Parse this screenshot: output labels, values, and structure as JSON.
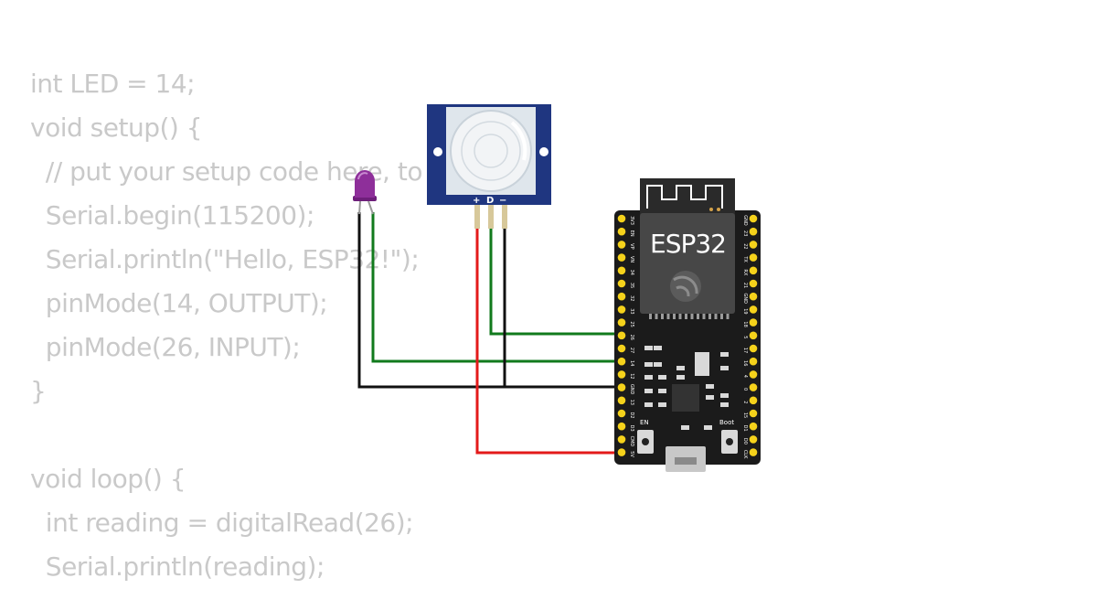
{
  "code_lines": [
    "int LED = 14;",
    "void setup() {",
    "  // put your setup code here, to run once:",
    "  Serial.begin(115200);",
    "  Serial.println(\"Hello, ESP32!\");",
    "  pinMode(14, OUTPUT);",
    "  pinMode(26, INPUT);",
    "}",
    "",
    "void loop() {",
    "  int reading = digitalRead(26);",
    "  Serial.println(reading);"
  ],
  "board": {
    "label": "ESP32",
    "en_label": "EN",
    "boot_label": "Boot",
    "left_pins": [
      "3V3",
      "EN",
      "VP",
      "VN",
      "34",
      "35",
      "32",
      "33",
      "25",
      "26",
      "27",
      "14",
      "12",
      "GND",
      "13",
      "D2",
      "D3",
      "CMD",
      "5V"
    ],
    "right_pins": [
      "GND",
      "23",
      "22",
      "TX",
      "RX",
      "21",
      "GND",
      "19",
      "18",
      "5",
      "17",
      "16",
      "4",
      "0",
      "2",
      "15",
      "D1",
      "D0",
      "CLK"
    ]
  },
  "pir_sensor": {
    "pin_labels": [
      "+",
      "D",
      "−"
    ]
  },
  "colors": {
    "code_text": "#c9c9c9",
    "pir_body": "#1f3680",
    "board_body": "#1b1b1b",
    "header_pin": "#f5d21b",
    "led": "#8e2f9a",
    "wire_green": "#117a1c",
    "wire_red": "#e31a1a",
    "wire_black": "#111111"
  }
}
